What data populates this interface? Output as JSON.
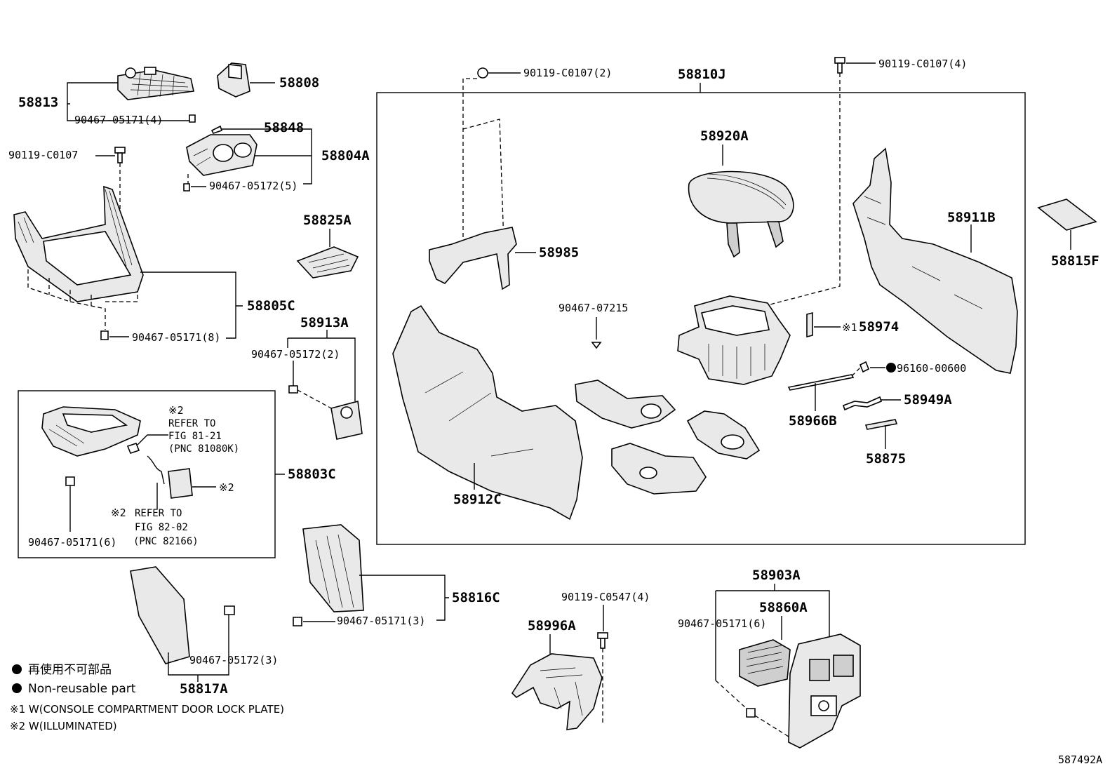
{
  "labels": {
    "p58813": "58813",
    "p58808": "58808",
    "p90467_05171_4": "90467-05171(4)",
    "p58848": "58848",
    "p90119_C0107": "90119-C0107",
    "p58804A": "58804A",
    "p90467_05172_5": "90467-05172(5)",
    "p58825A": "58825A",
    "p58805C": "58805C",
    "p90467_05171_8": "90467-05171(8)",
    "p58913A": "58913A",
    "p90467_05172_2": "90467-05172(2)",
    "p58803C": "58803C",
    "p90467_05171_6a": "90467-05171(6)",
    "p58816C": "58816C",
    "p90467_05171_3": "90467-05171(3)",
    "p90467_05172_3": "90467-05172(3)",
    "p58817A": "58817A",
    "p90119_C0107_2": "90119-C0107(2)",
    "p58810J": "58810J",
    "p90119_C0107_4": "90119-C0107(4)",
    "p58920A": "58920A",
    "p58985": "58985",
    "p90467_07215": "90467-07215",
    "p58974": "58974",
    "p96160_00600": "96160-00600",
    "p58966B": "58966B",
    "p58949A": "58949A",
    "p58875": "58875",
    "p58912C": "58912C",
    "p58911B": "58911B",
    "p58815F": "58815F",
    "p90119_C0547_4": "90119-C0547(4)",
    "p58996A": "58996A",
    "p58903A": "58903A",
    "p58860A": "58860A",
    "p90467_05171_6b": "90467-05171(6)",
    "mark1": "※1",
    "mark2a": "※2",
    "mark2b": "※2",
    "mark2c": "※2",
    "fig_number": "587492A"
  },
  "refs": {
    "ref1_line1": "REFER TO",
    "ref1_line2": "FIG 81-21",
    "ref1_line3": "(PNC 81080K)",
    "ref2_line1": "REFER TO",
    "ref2_line2": "FIG 82-02",
    "ref2_line3": "(PNC 82166)"
  },
  "legend": {
    "nonreusable_jp": "再使用不可部品",
    "nonreusable_en": "Non-reusable part",
    "note1": "※1 W(CONSOLE COMPARTMENT DOOR LOCK PLATE)",
    "note2": "※2 W(ILLUMINATED)"
  }
}
